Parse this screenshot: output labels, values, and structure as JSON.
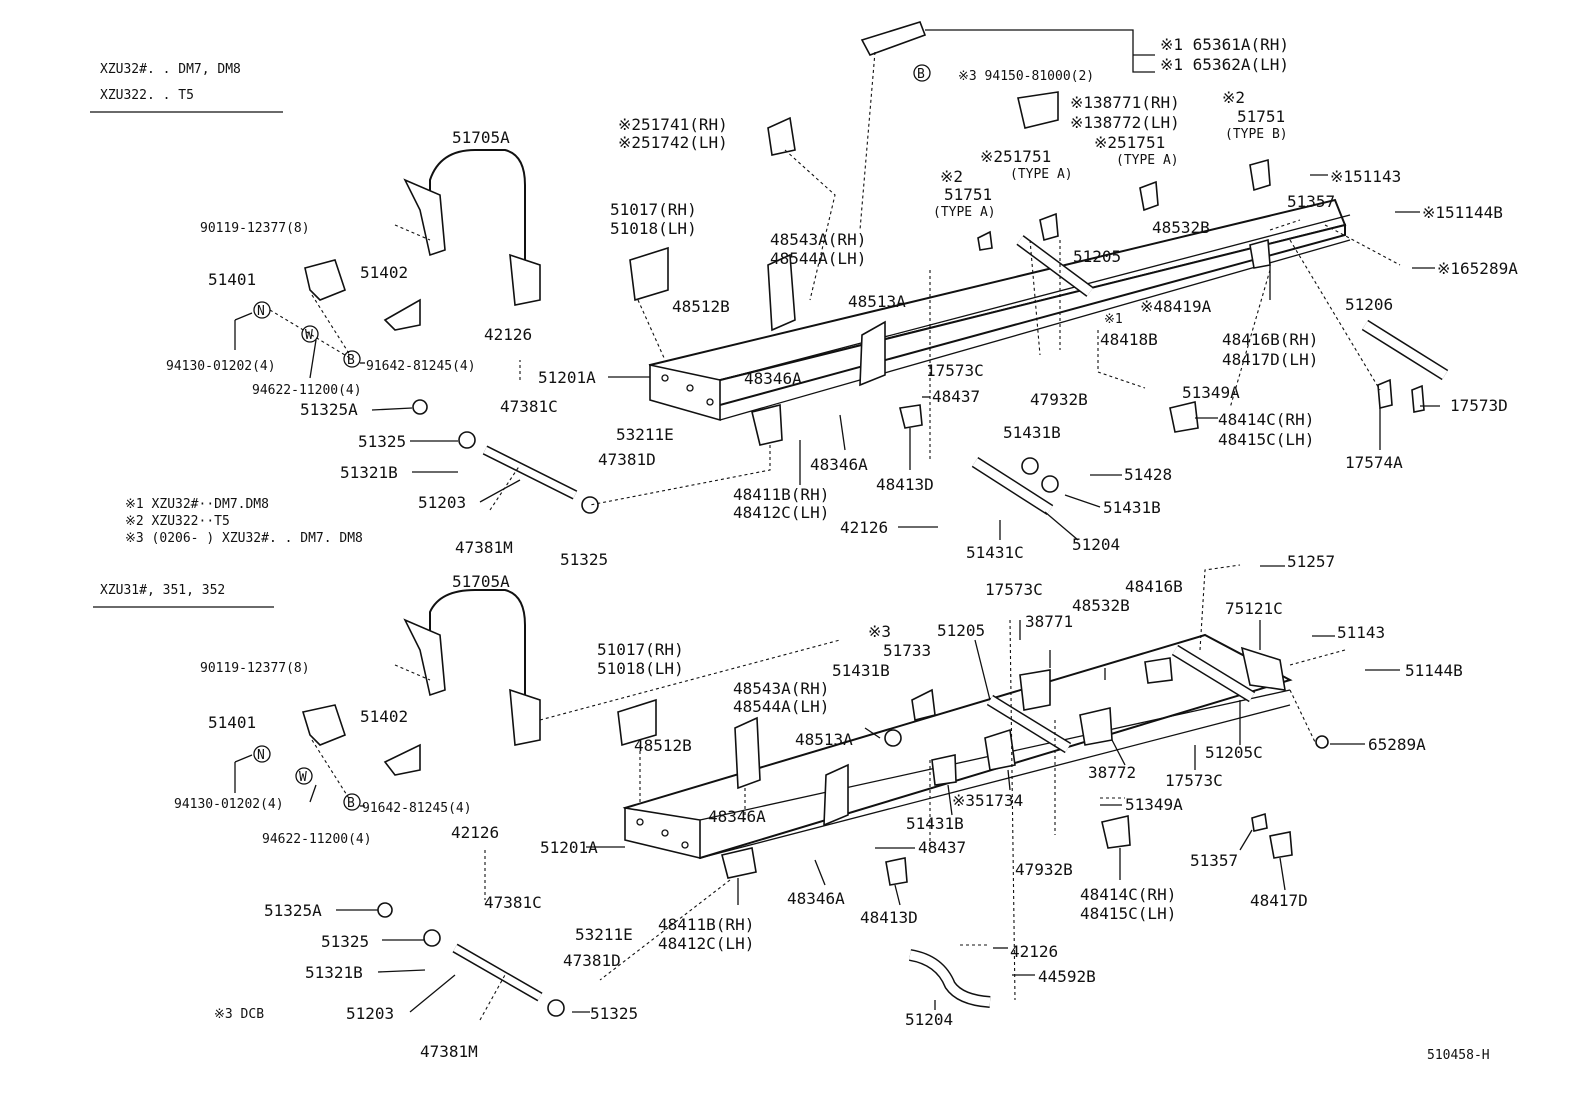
{
  "upper": {
    "model_line1": "XZU32#. . DM7, DM8",
    "model_line2": "XZU322. . T5",
    "labels": {
      "p65361A": "※1 65361A(RH)",
      "p65362A": "※1 65362A(LH)",
      "p94150": "※3 94150-81000(2)",
      "p138771": "※138771(RH)",
      "p138772": "※138772(LH)",
      "p51741": "※251741(RH)",
      "p51742": "※251742(LH)",
      "p51705A": "51705A",
      "p90119": "90119-12377(8)",
      "p51401": "51401",
      "p51402": "51402",
      "p94130": "94130-01202(4)",
      "p94622": "94622-11200(4)",
      "p91642": "91642-81245(4)",
      "p51017": "51017(RH)",
      "p51018": "51018(LH)",
      "p48543A": "48543A(RH)",
      "p48544A": "48544A(LH)",
      "p48512B": "48512B",
      "p48513A": "48513A",
      "p42126a": "42126",
      "p51201A": "51201A",
      "p48346Aa": "48346A",
      "p48346Ab": "48346A",
      "p17573C": "17573C",
      "p48437": "48437",
      "p51325A": "51325A",
      "p47381C": "47381C",
      "p51325a": "51325",
      "p53211E": "53211E",
      "p51321B": "51321B",
      "p47381D": "47381D",
      "p51203": "51203",
      "p47381M": "47381M",
      "p51325b": "51325",
      "p48411B": "48411B(RH)",
      "p48412C": "48412C(LH)",
      "p48413D": "48413D",
      "p42126b": "42126",
      "p51431Ba": "51431B",
      "p51428": "51428",
      "p51431Bb": "51431B",
      "p51431C": "51431C",
      "p51204": "51204",
      "p51751a_mark": "※2",
      "p51751a": "51751",
      "p51751a_type": "(TYPE A)",
      "p51751b_mark": "※251751",
      "p51751b_type": "(TYPE A)",
      "p51751c": "※251751",
      "p51751c_type": "(TYPE A)",
      "p51751d_mark": "※2",
      "p51751d": "51751",
      "p51751d_type": "(TYPE B)",
      "p151143": "※151143",
      "p151144B": "※151144B",
      "p51357": "51357",
      "p48532B": "48532B",
      "p51205": "51205",
      "p165289A": "※165289A",
      "p48419A": "※48419A",
      "p1mark": "※1",
      "p48418B": "48418B",
      "p51206": "51206",
      "p48416B": "48416B(RH)",
      "p48417D": "48417D(LH)",
      "p47932B": "47932B",
      "p51349A": "51349A",
      "p48414C": "48414C(RH)",
      "p48415C": "48415C(LH)",
      "p17573D": "17573D",
      "p17574A": "17574A"
    },
    "footnotes": [
      "※1 XZU32#··DM7.DM8",
      "※2 XZU322··T5",
      "※3 (0206-       ) XZU32#. . DM7. DM8"
    ]
  },
  "lower": {
    "model_line": "XZU31#, 351, 352",
    "labels": {
      "p51705A": "51705A",
      "p90119": "90119-12377(8)",
      "p51401": "51401",
      "p51402": "51402",
      "p94130": "94130-01202(4)",
      "p94622": "94622-11200(4)",
      "p91642": "91642-81245(4)",
      "p51017": "51017(RH)",
      "p51018": "51018(LH)",
      "p48543A": "48543A(RH)",
      "p48544A": "48544A(LH)",
      "p48512B": "48512B",
      "p48513A": "48513A",
      "p51431Ba": "51431B",
      "p51733mark": "※3",
      "p51733": "51733",
      "p51205": "51205",
      "p17573Ca": "17573C",
      "p38771": "38771",
      "p48532B": "48532B",
      "p48416B": "48416B",
      "p51257": "51257",
      "p75121C": "75121C",
      "p51143": "51143",
      "p51144B": "51144B",
      "p65289A": "65289A",
      "p51205C": "51205C",
      "p17573Cb": "17573C",
      "p38772": "38772",
      "p351734": "※351734",
      "p51349A": "51349A",
      "p48346Aa": "48346A",
      "p51431Bb": "51431B",
      "p42126a": "42126",
      "p51201A": "51201A",
      "p48437": "48437",
      "p47932B": "47932B",
      "p51357": "51357",
      "p48414C": "48414C(RH)",
      "p48415C": "48415C(LH)",
      "p48417D": "48417D",
      "p51325A": "51325A",
      "p47381C": "47381C",
      "p51325a": "51325",
      "p53211E": "53211E",
      "p51321B": "51321B",
      "p47381D": "47381D",
      "p48411B": "48411B(RH)",
      "p48412C": "48412C(LH)",
      "p48346Ab": "48346A",
      "p48413D": "48413D",
      "p42126b": "42126",
      "p44592B": "44592B",
      "p51203": "51203",
      "p51325b": "51325",
      "p47381M": "47381M",
      "p51204": "51204"
    },
    "footnote": "※3 DCB"
  },
  "circle_marks": {
    "n": "N",
    "w": "W",
    "b": "B"
  },
  "diagram_id": "510458-H"
}
